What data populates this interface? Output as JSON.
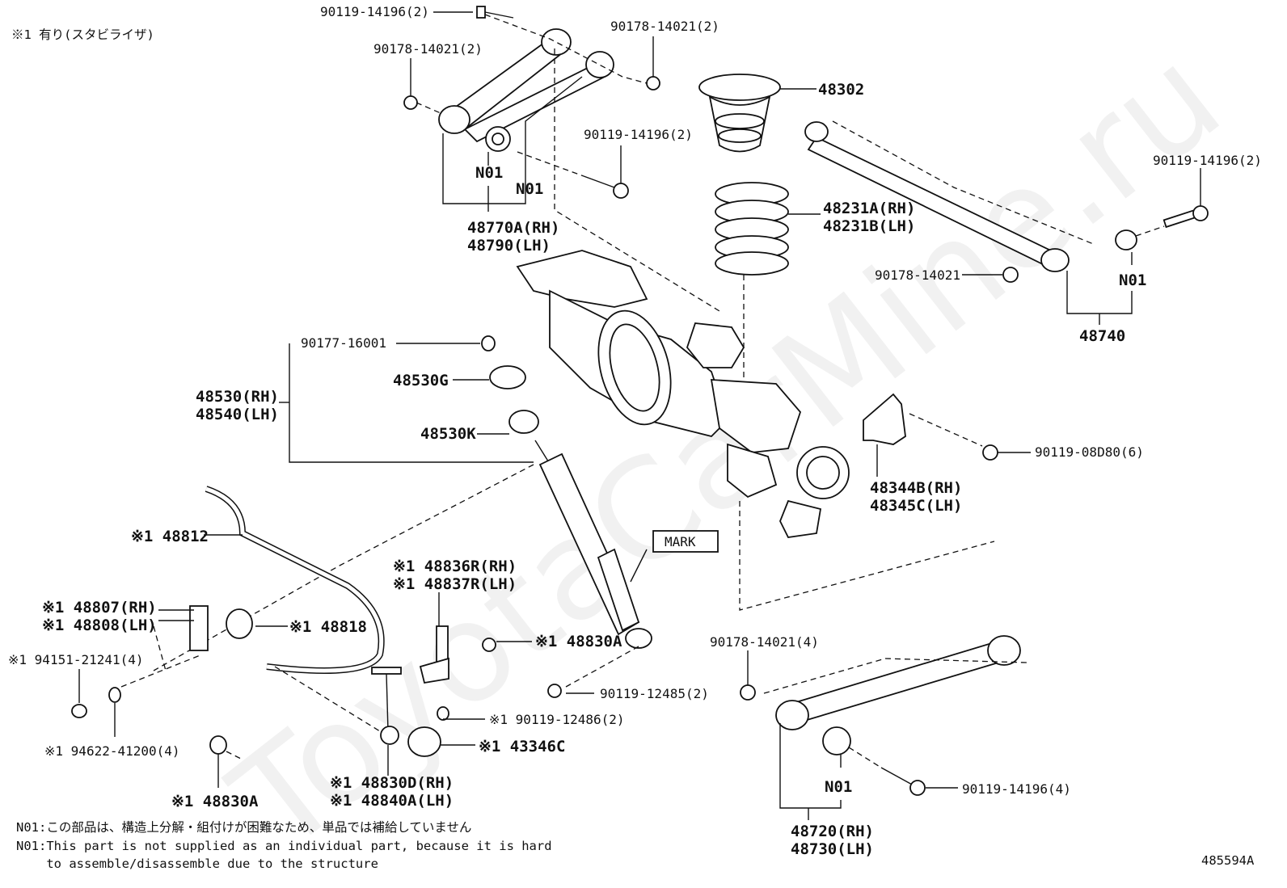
{
  "header_note": "※1 有り(スタビライザ)",
  "watermark": "ToyotaCarMine.ru",
  "parts": {
    "bolt_upper_arm": "90119-14196(2)",
    "nut_upper_arm_right": "90178-14021(2)",
    "nut_upper_arm_left": "90178-14021(2)",
    "bolt_upper_arm_lower": "90119-14196(2)",
    "n01_upper_1": "N01",
    "n01_upper_2": "N01",
    "upper_arm_rh": "48770A(RH)",
    "upper_arm_lh": "48790(LH)",
    "bump_stopper": "48302",
    "coil_spring_rh": "48231A(RH)",
    "coil_spring_lh": "48231B(LH)",
    "bolt_lateral_rod": "90119-14196(2)",
    "nut_lateral_rod": "90178-14021",
    "n01_lateral": "N01",
    "lateral_rod": "48740",
    "nut_shock": "90177-16001",
    "cushion_g": "48530G",
    "cushion_k": "48530K",
    "shock_rh": "48530(RH)",
    "shock_lh": "48540(LH)",
    "bracket_rh": "48344B(RH)",
    "bracket_lh": "48345C(LH)",
    "bolt_bracket": "90119-08D80(6)",
    "stabilizer_bar": "※1 48812",
    "link_bracket_rh": "※1 48836R(RH)",
    "link_bracket_lh": "※1 48837R(LH)",
    "mark": "MARK",
    "stab_bracket_rh": "※1 48807(RH)",
    "stab_bracket_lh": "※1 48808(LH)",
    "bushing": "※1 48818",
    "nut_link_upper": "※1 48830A",
    "bolt_stab_bracket": "※1 94151-21241(4)",
    "bolt_shock_lower": "90119-12485(2)",
    "bolt_link_bracket": "※1 90119-12486(2)",
    "washer": "※1 94622-41200(4)",
    "clip": "※1 43346C",
    "nut_link_lower": "※1 48830A",
    "link_rh": "※1 48830D(RH)",
    "link_lh": "※1 48840A(LH)",
    "nut_lower_arm": "90178-14021(4)",
    "n01_lower": "N01",
    "bolt_lower_arm": "90119-14196(4)",
    "lower_arm_rh": "48720(RH)",
    "lower_arm_lh": "48730(LH)"
  },
  "footnotes": {
    "jp": "N01:この部品は、構造上分解・組付けが困難なため、単品では補給していません",
    "en_1": "N01:This part is not supplied as an individual part, because it is hard",
    "en_2": "    to assemble/disassemble due to the structure"
  },
  "figure_id": "485594A"
}
